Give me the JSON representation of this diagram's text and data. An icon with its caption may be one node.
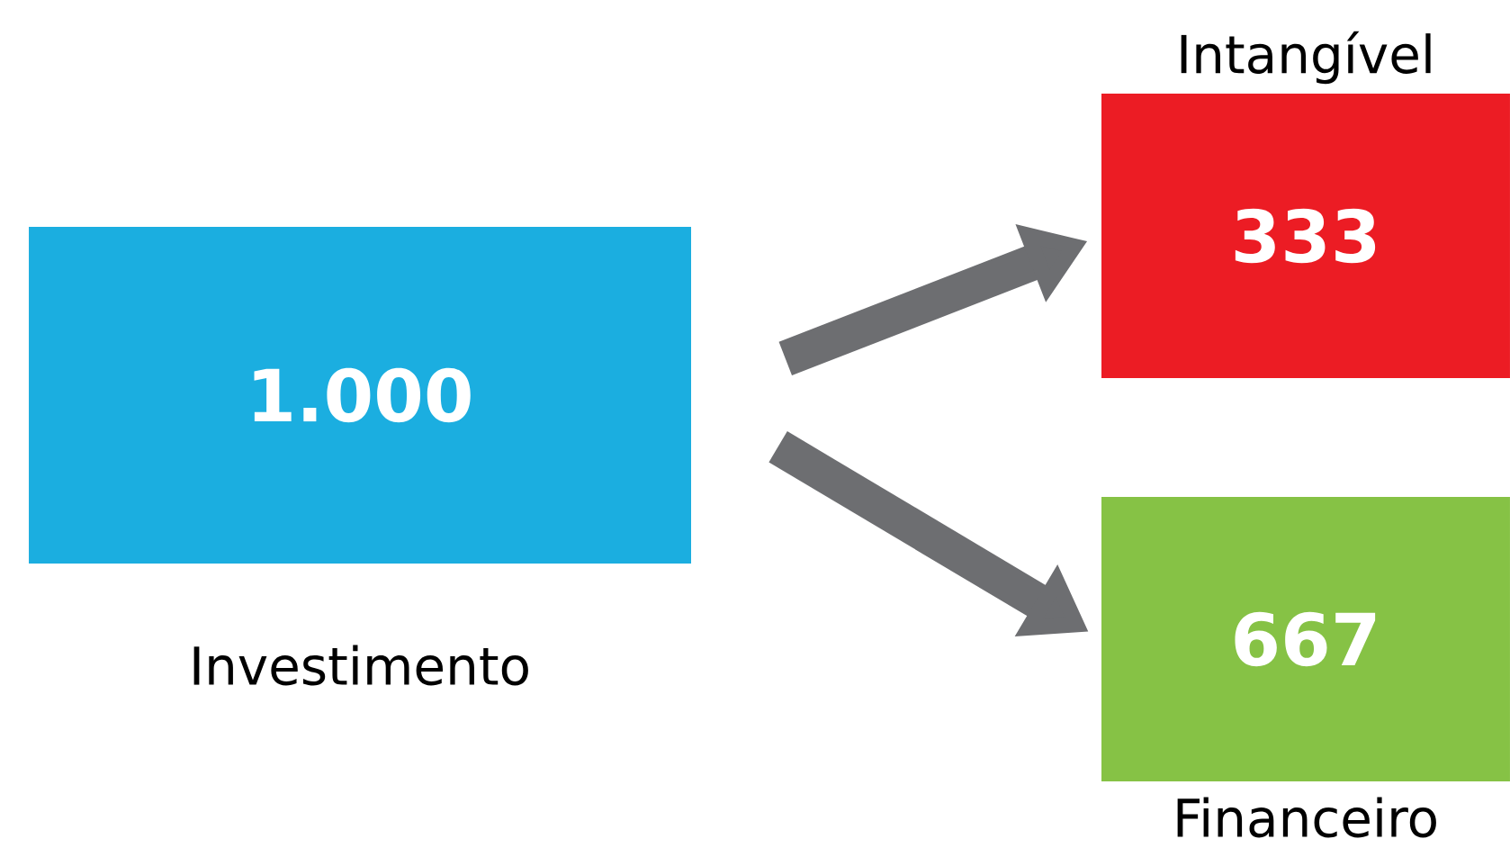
{
  "diagram": {
    "nodes": [
      {
        "text": [
          "1.000"
        ],
        "beside": [
          "Investimento"
        ]
      },
      {
        "text": [
          "333"
        ],
        "beside": [
          "Intangível"
        ]
      },
      {
        "text": [
          "667"
        ],
        "beside": [
          "Financeiro"
        ]
      }
    ],
    "edges": [
      {
        "from": 0,
        "to": 1,
        "arrow": "to"
      },
      {
        "from": 0,
        "to": 2,
        "arrow": "to"
      }
    ]
  }
}
